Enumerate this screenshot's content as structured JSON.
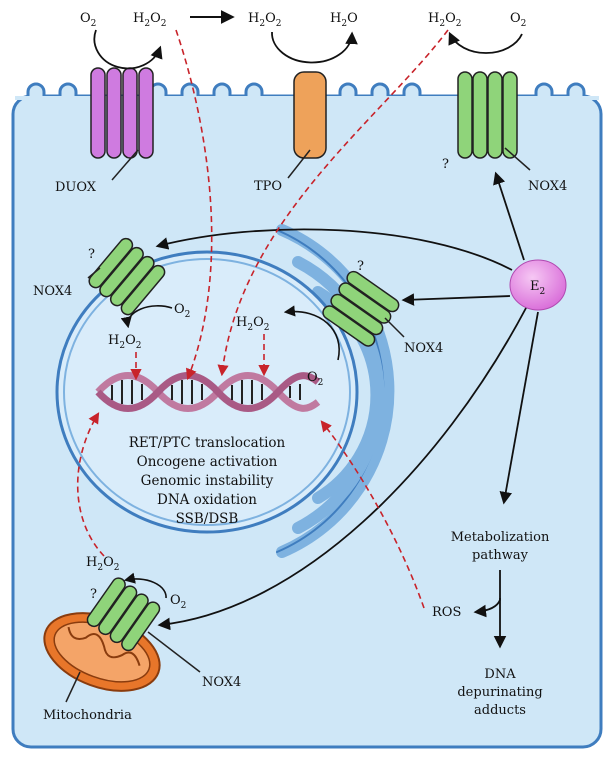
{
  "top": {
    "duox_left": "O",
    "duox_left_sub": "2",
    "duox_right_a": "H",
    "duox_right_sub1": "2",
    "duox_right_b": "O",
    "duox_right_sub2": "2",
    "tpo_left_a": "H",
    "tpo_left_sub1": "2",
    "tpo_left_b": "O",
    "tpo_left_sub2": "2",
    "tpo_right_a": "H",
    "tpo_right_sub": "2",
    "tpo_right_b": "O",
    "nox_left_a": "H",
    "nox_left_sub1": "2",
    "nox_left_b": "O",
    "nox_left_sub2": "2",
    "nox_right": "O",
    "nox_right_sub": "2"
  },
  "labels": {
    "duox": "DUOX",
    "tpo": "TPO",
    "nox4_apical": "NOX4",
    "nox4_nuclear": "NOX4",
    "nox4_er": "NOX4",
    "nox4_mito": "NOX4",
    "mitochondria": "Mitochondria",
    "estrogen": "E",
    "estrogen_sub": "2",
    "unknown": "?",
    "ros": "ROS",
    "metabolization_1": "Metabolization",
    "metabolization_2": "pathway",
    "dna_1": "DNA",
    "dna_2": "depurinating",
    "dna_3": "adducts"
  },
  "nucleus": {
    "o2": "O",
    "o2_sub": "2",
    "h2o2_a": "H",
    "h2o2_sub1": "2",
    "h2o2_b": "O",
    "h2o2_sub2": "2",
    "h2o2_center_a": "H",
    "h2o2_center_sub1": "2",
    "h2o2_center_b": "O",
    "h2o2_center_sub2": "2",
    "er_o2": "O",
    "er_o2_sub": "2",
    "effects": [
      "RET/PTC translocation",
      "Oncogene activation",
      "Genomic instability",
      "DNA oxidation",
      "SSB/DSB"
    ]
  },
  "mito": {
    "h2o2_a": "H",
    "h2o2_sub1": "2",
    "h2o2_b": "O",
    "h2o2_sub2": "2",
    "o2": "O",
    "o2_sub": "2"
  },
  "colors": {
    "cell_fill": "#cfe7f7",
    "membrane": "#3f7dbf",
    "duox": "#cf7be0",
    "tpo": "#eea25a",
    "nox4": "#8fd47a",
    "estrogen": "#e58fe6",
    "mitochondria": "#e8762a",
    "dashed_arrow": "#d0282a"
  }
}
